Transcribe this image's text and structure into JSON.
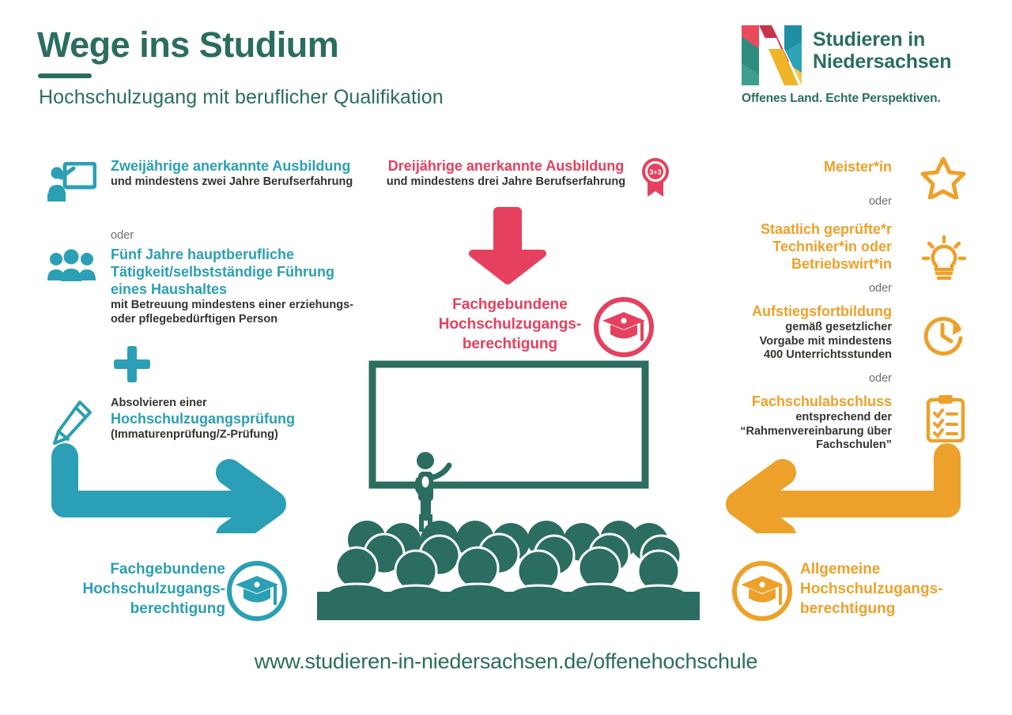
{
  "header": {
    "title": "Wege ins Studium",
    "subtitle": "Hochschulzugang mit beruflicher Qualifikation"
  },
  "logo": {
    "name_line1": "Studieren in",
    "name_line2": "Niedersachsen",
    "claim": "Offenes Land. Echte Perspektiven.",
    "mark_icon": "logo-n-mark-icon"
  },
  "colors": {
    "teal": "#2a9fb5",
    "red": "#e5405e",
    "orange": "#eda12a",
    "dark_green": "#2b6d60",
    "body_text": "#34342f",
    "muted": "#6d6d6d"
  },
  "left_column": {
    "item1": {
      "icon": "presentation-person-icon",
      "heading": "Zweijährige anerkannte Ausbildung",
      "body": "und mindestens zwei Jahre Berufserfahrung"
    },
    "connector1": "oder",
    "item2": {
      "icon": "group-of-people-icon",
      "heading": "Fünf Jahre hauptberufliche Tätigkeit/selbstständige Führung eines Haushaltes",
      "body": "mit Betreuung mindestens einer erziehungs- oder pflegebedürftigen Person"
    },
    "plus_icon": "plus-icon",
    "item3": {
      "icon": "pencil-icon",
      "lead": "Absolvieren einer",
      "heading": "Hochschulzugangsprüfung",
      "body": "(Immaturenprüfung/Z-Prüfung)"
    }
  },
  "center_column": {
    "top": {
      "heading": "Dreijährige anerkannte Ausbildung",
      "body": "und mindestens drei Jahre Berufserfahrung",
      "badge_icon": "award-ribbon-3-plus-3-icon",
      "badge_label": "3+3"
    },
    "arrow_icon": "arrow-down-icon",
    "result": {
      "line1": "Fachgebundene",
      "line2": "Hochschulzugangs-",
      "line3": "berechtigung",
      "icon": "graduation-cap-circle-icon"
    },
    "illustration": {
      "name": "lecture-hall-illustration",
      "board_icon": "whiteboard-icon",
      "lecturer_icon": "lecturer-icon",
      "audience_icon": "audience-icon"
    }
  },
  "right_column": {
    "item1": {
      "icon": "star-icon",
      "heading": "Meister*in"
    },
    "connector1": "oder",
    "item2": {
      "icon": "lightbulb-icon",
      "heading_line1": "Staatlich geprüfte*r",
      "heading_line2": "Techniker*in oder",
      "heading_line3": "Betriebswirt*in"
    },
    "connector2": "oder",
    "item3": {
      "icon": "clock-arrow-icon",
      "heading": "Aufstiegsfortbildung",
      "body_line1": "gemäß gesetzlicher",
      "body_line2": "Vorgabe mit mindestens",
      "body_line3": "400 Unterrichtsstunden"
    },
    "connector3": "oder",
    "item4": {
      "icon": "clipboard-checklist-icon",
      "heading": "Fachschulabschluss",
      "body_line1": "entsprechend der",
      "body_line2": "“Rahmenvereinbarung über",
      "body_line3": "Fachschulen”"
    }
  },
  "arrows": {
    "left": "elbow-arrow-right-icon",
    "right": "elbow-arrow-left-icon"
  },
  "results": {
    "left": {
      "line1": "Fachgebundene",
      "line2": "Hochschulzugangs-",
      "line3": "berechtigung",
      "icon": "graduation-cap-circle-icon"
    },
    "right": {
      "line1": "Allgemeine",
      "line2": "Hochschulzugangs-",
      "line3": "berechtigung",
      "icon": "graduation-cap-circle-icon"
    }
  },
  "footer": {
    "url": "www.studieren-in-niedersachsen.de/offenehochschule"
  }
}
